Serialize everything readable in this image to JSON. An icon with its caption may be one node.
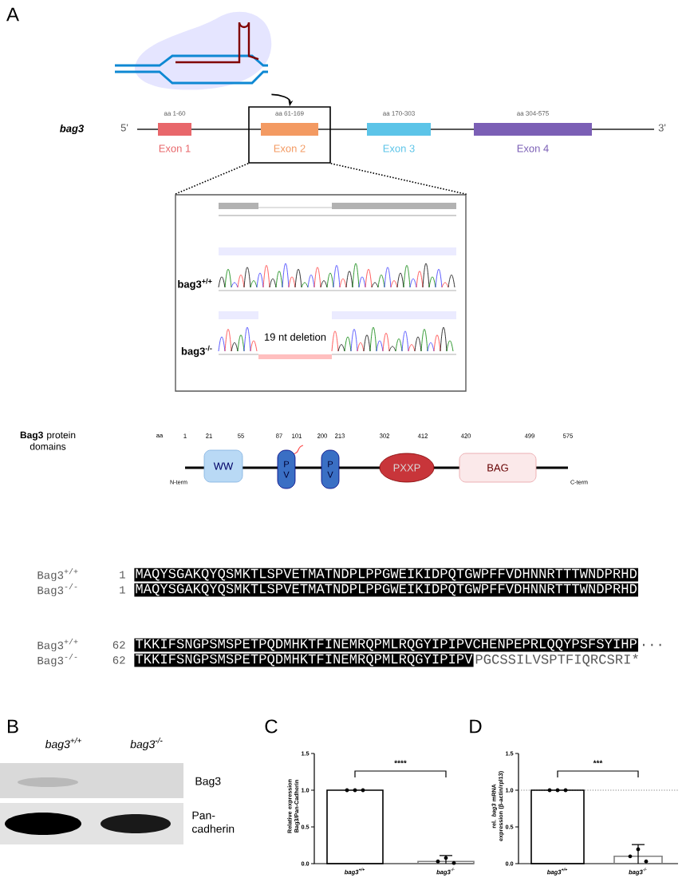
{
  "diagram": {
    "nodes": [
      {
        "text": [],
        "shape": "picture"
      },
      {
        "text": [
          "Exon 1"
        ],
        "beside": [
          "aa 1-60"
        ]
      },
      {
        "text": [],
        "shape": "box"
      },
      {
        "text": [
          "Exon 2"
        ],
        "beside": [
          "aa 61-169"
        ],
        "in": 2
      },
      {
        "text": [
          "Exon 3"
        ],
        "beside": [
          "aa 170-303"
        ]
      },
      {
        "text": [
          "Exon 4"
        ],
        "beside": [
          "aa 304-575"
        ]
      },
      {
        "text": [
          "bag3$^{+/+}$",
          "bag3$^{-/-}$",
          "19 nt deletion"
        ]
      },
      {
        "text": [
          "WW"
        ]
      },
      {
        "text": [
          "P V"
        ]
      },
      {
        "text": [
          "P V"
        ]
      },
      {
        "text": [
          "PXXP"
        ]
      },
      {
        "text": [
          "BAG"
        ]
      }
    ],
    "edges": [
      {
        "from": 0,
        "to": 2,
        "arrow": "to"
      },
      {
        "from": 2,
        "to": 6,
        "arrow": "none",
        "style": "dashed"
      },
      {
        "from": 2,
        "to": 6,
        "arrow": "none",
        "style": "dashed"
      }
    ],
    "labels": [
      "A",
      "bag3",
      "5'",
      "3'",
      "aa",
      "1",
      "21",
      "55",
      "87",
      "101",
      "200",
      "213",
      "302",
      "412",
      "420",
      "499",
      "575",
      "**Bag3** protein domains",
      "N-term",
      "C-term",
      "Bag3$^{+/+}$",
      "1",
      "MAQYSGAKQYQSMKTLSPVETMATNDPLPPGWEIKIDPQTGWPFFVDHNNRTTTWNDPRHD",
      "Bag3$^{-/-}$",
      "1",
      "MAQYSGAKQYQSMKTLSPVETMATNDPLPPGWEIKIDPQTGWPFFVDHNNRTTTWNDPRHD",
      "Bag3$^{+/+}$",
      "62",
      "TKKIFSNGPSMSPETPQDMHKTFINEMRQPMLRQGYIPIPVCHENPEPRLQQYPSFSYIHP",
      "...",
      "Bag3$^{-/-}$",
      "62",
      "TKKIFSNGPSMSPETPQDMHKTFINEMRQPMLRQGYIPIPV",
      "PGCSSILVSPTFIQRCSRI*",
      "B",
      "bag3$^{+/+}$",
      "bag3$^{-/-}$",
      "Bag3",
      "Pan-cadherin",
      "C",
      "Relative expression Bag3/Pan-Cadherin",
      "1.5",
      "1.0",
      "0.5",
      "0.0",
      "****",
      "bag3$^{+/+}$",
      "bag3$^{-/-}$",
      "D",
      "rel. *bag3* mRNA expression (β-actin/rpl13)",
      "1.5",
      "1.0",
      "0.5",
      "0.0",
      "***",
      "bag3$^{+/+}$",
      "bag3$^{-/-}$"
    ]
  }
}
